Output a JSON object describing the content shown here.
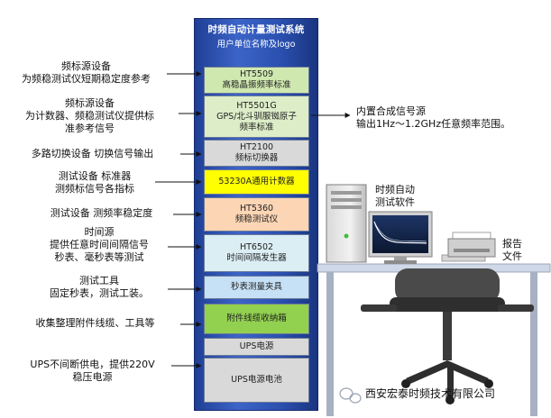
{
  "rack": {
    "title": "时频自动计量测试系统",
    "subtitle": "用户单位名称及logo"
  },
  "units": [
    {
      "id": "ht5509",
      "lines": [
        "HT5509",
        "高稳晶振频率标准"
      ],
      "color": "#cfe8b0"
    },
    {
      "id": "ht5501g",
      "lines": [
        "HT5501G",
        "GPS/北斗驯服铷原子",
        "频率标准"
      ],
      "color": "#dcedc8"
    },
    {
      "id": "ht2100",
      "lines": [
        "HT2100",
        "频标切换器"
      ],
      "color": "#d9d9d9"
    },
    {
      "id": "counter",
      "lines": [
        "53230A通用计数器"
      ],
      "color": "#ffff00"
    },
    {
      "id": "ht5360",
      "lines": [
        "HT5360",
        "频稳测试仪"
      ],
      "color": "#fcd5b5"
    },
    {
      "id": "ht6502",
      "lines": [
        "HT6502",
        "时间间隔发生器"
      ],
      "color": "#dbeef4"
    },
    {
      "id": "fixture",
      "lines": [
        "秒表测量夹具"
      ],
      "color": "#c6e0f5"
    },
    {
      "id": "cable-box",
      "lines": [
        "附件线缆收纳箱"
      ],
      "color": "#92d050"
    },
    {
      "id": "ups",
      "lines": [
        "UPS电源"
      ],
      "color": "#d9d9d9"
    },
    {
      "id": "ups-battery",
      "lines": [
        "UPS电源电池"
      ],
      "color": "#d9d9d9"
    }
  ],
  "left_labels": [
    {
      "id": "freq-source-1",
      "lines": [
        "频标源设备",
        "为频稳测试仪短期稳定度参考"
      ]
    },
    {
      "id": "freq-source-2",
      "lines": [
        "频标源设备",
        "为计数器、频稳测试仪提供标",
        "准参考信号"
      ]
    },
    {
      "id": "switch",
      "lines": [
        "多路切换设备  切换信号输出"
      ]
    },
    {
      "id": "test-std",
      "lines": [
        "测试设备  标准器",
        "测频标信号各指标"
      ]
    },
    {
      "id": "test-stability",
      "lines": [
        "测试设备  测频率稳定度"
      ]
    },
    {
      "id": "time-source",
      "lines": [
        "时间源",
        "提供任意时间间隔信号",
        "秒表、毫秒表等测试"
      ]
    },
    {
      "id": "test-tool",
      "lines": [
        "测试工具",
        "固定秒表，测试工装。"
      ]
    },
    {
      "id": "collect",
      "lines": [
        "收集整理附件线缆、工具等"
      ]
    },
    {
      "id": "ups-desc",
      "lines": [
        "UPS不间断供电，提供220V",
        "稳压电源"
      ]
    }
  ],
  "right_labels": {
    "synth": {
      "lines": [
        "内置合成信号源",
        "输出1Hz～1.2GHz任意频率范围。"
      ]
    },
    "software": {
      "lines": [
        "时频自动",
        "测试软件"
      ]
    },
    "report": {
      "lines": [
        "报告",
        "文件"
      ]
    }
  },
  "watermark": "西安宏泰时频技术有限公司",
  "colors": {
    "rack_dark": "#1a3580",
    "rack_light": "#3c64c8",
    "screen": "#1b2a4a",
    "chair": "#3a3a3a"
  }
}
